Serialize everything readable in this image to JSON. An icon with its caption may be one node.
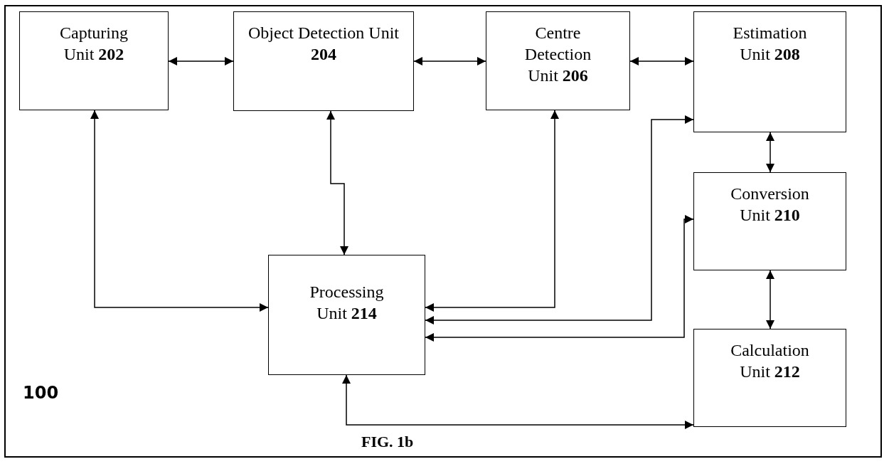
{
  "diagram": {
    "caption": "FIG. 1b",
    "nodes": [
      {
        "text": [
          "Capturing Unit **202**"
        ]
      },
      {
        "text": [
          "Object Detection Unit **204**"
        ]
      },
      {
        "text": [
          "Centre Detection Unit **206**"
        ]
      },
      {
        "text": [
          "Estimation Unit **208**"
        ]
      },
      {
        "text": [
          "Conversion Unit **210**"
        ]
      },
      {
        "text": [
          "Calculation Unit **212**"
        ]
      },
      {
        "text": [
          "Processing Unit **214**"
        ]
      }
    ],
    "edges": [
      {
        "from": 0,
        "to": 1,
        "arrow": "both"
      },
      {
        "from": 1,
        "to": 2,
        "arrow": "both"
      },
      {
        "from": 2,
        "to": 3,
        "arrow": "both"
      },
      {
        "from": 3,
        "to": 4,
        "arrow": "both"
      },
      {
        "from": 4,
        "to": 5,
        "arrow": "both"
      },
      {
        "from": 0,
        "to": 6,
        "arrow": "both"
      },
      {
        "from": 1,
        "to": 6,
        "arrow": "both"
      },
      {
        "from": 2,
        "to": 6,
        "arrow": "both"
      },
      {
        "from": 6,
        "to": 3,
        "arrow": "both"
      },
      {
        "from": 6,
        "to": 4,
        "arrow": "both"
      },
      {
        "from": 6,
        "to": 5,
        "arrow": "both"
      }
    ],
    "labels": [
      "100"
    ]
  }
}
